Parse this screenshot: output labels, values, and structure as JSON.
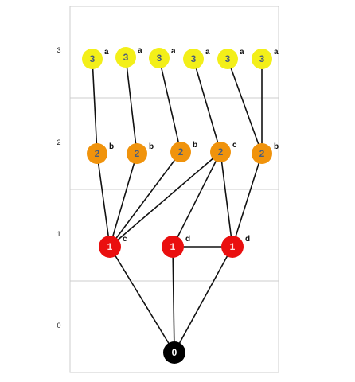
{
  "diagram": {
    "levels": [
      "3",
      "2",
      "1",
      "0"
    ],
    "colors": {
      "level3": "#f3ef19",
      "level2": "#f0930c",
      "level1": "#ea0f0f",
      "level0": "#000000",
      "edge": "#111111",
      "frame": "#cccccc"
    },
    "nodes": [
      {
        "id": "n3a1",
        "level": "3",
        "label": "3",
        "tag": "a"
      },
      {
        "id": "n3a2",
        "level": "3",
        "label": "3",
        "tag": "a"
      },
      {
        "id": "n3a3",
        "level": "3",
        "label": "3",
        "tag": "a"
      },
      {
        "id": "n3a4",
        "level": "3",
        "label": "3",
        "tag": "a"
      },
      {
        "id": "n3a5",
        "level": "3",
        "label": "3",
        "tag": "a"
      },
      {
        "id": "n3a6",
        "level": "3",
        "label": "3",
        "tag": "a"
      },
      {
        "id": "n2b1",
        "level": "2",
        "label": "2",
        "tag": "b"
      },
      {
        "id": "n2b2",
        "level": "2",
        "label": "2",
        "tag": "b"
      },
      {
        "id": "n2b3",
        "level": "2",
        "label": "2",
        "tag": "b"
      },
      {
        "id": "n2c",
        "level": "2",
        "label": "2",
        "tag": "c"
      },
      {
        "id": "n2b4",
        "level": "2",
        "label": "2",
        "tag": "b"
      },
      {
        "id": "n1c",
        "level": "1",
        "label": "1",
        "tag": "c"
      },
      {
        "id": "n1d1",
        "level": "1",
        "label": "1",
        "tag": "d"
      },
      {
        "id": "n1d2",
        "level": "1",
        "label": "1",
        "tag": "d"
      },
      {
        "id": "n0",
        "level": "0",
        "label": "0",
        "tag": ""
      }
    ],
    "edges": [
      [
        "n3a1",
        "n2b1"
      ],
      [
        "n3a2",
        "n2b2"
      ],
      [
        "n3a3",
        "n2b3"
      ],
      [
        "n3a4",
        "n2c"
      ],
      [
        "n3a5",
        "n2b4"
      ],
      [
        "n3a6",
        "n2b4"
      ],
      [
        "n2b1",
        "n1c"
      ],
      [
        "n2b2",
        "n1c"
      ],
      [
        "n2b3",
        "n1c"
      ],
      [
        "n2c",
        "n1c"
      ],
      [
        "n2c",
        "n1d1"
      ],
      [
        "n2c",
        "n1d2"
      ],
      [
        "n2b4",
        "n1d2"
      ],
      [
        "n1d1",
        "n1d2"
      ],
      [
        "n1c",
        "n0"
      ],
      [
        "n1d1",
        "n0"
      ],
      [
        "n1d2",
        "n0"
      ]
    ]
  }
}
